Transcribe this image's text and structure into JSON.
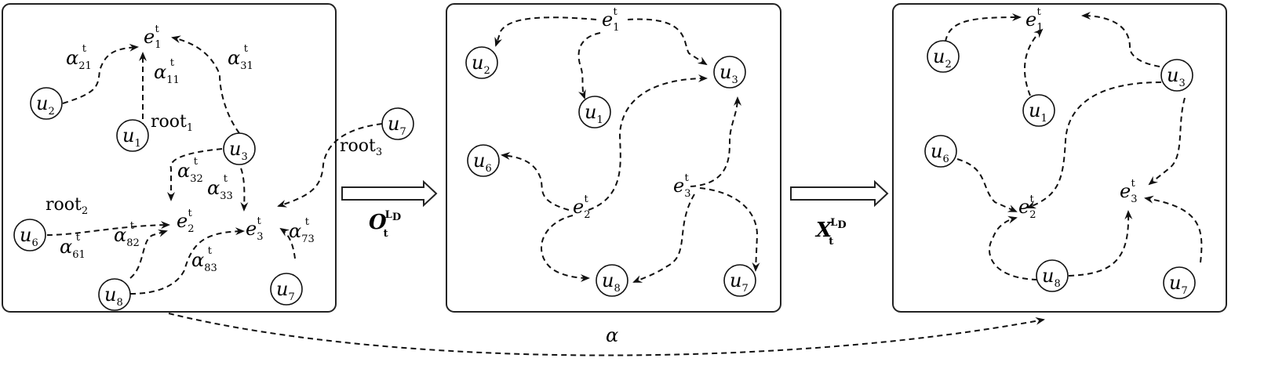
{
  "panel1": {
    "nodes": [
      [
        "u",
        "2"
      ],
      [
        "u",
        "1"
      ],
      [
        "u",
        "3"
      ],
      [
        "u",
        "6"
      ],
      [
        "u",
        "8"
      ],
      [
        "u",
        "7"
      ],
      [
        "u",
        "7"
      ]
    ],
    "events": [
      [
        "e",
        "1",
        "t"
      ],
      [
        "e",
        "2",
        "t"
      ],
      [
        "e",
        "3",
        "t"
      ]
    ],
    "weights": [
      [
        "α",
        "21",
        "t"
      ],
      [
        "α",
        "11",
        "t"
      ],
      [
        "α",
        "31",
        "t"
      ],
      [
        "α",
        "32",
        "t"
      ],
      [
        "α",
        "33",
        "t"
      ],
      [
        "α",
        "61",
        "t"
      ],
      [
        "α",
        "82",
        "t"
      ],
      [
        "α",
        "83",
        "t"
      ],
      [
        "α",
        "73",
        "t"
      ]
    ],
    "roots": [
      [
        "root",
        "1"
      ],
      [
        "root",
        "2"
      ],
      [
        "root",
        "3"
      ]
    ]
  },
  "panel2": {
    "nodes": [
      [
        "u",
        "2"
      ],
      [
        "u",
        "3"
      ],
      [
        "u",
        "1"
      ],
      [
        "u",
        "6"
      ],
      [
        "u",
        "8"
      ],
      [
        "u",
        "7"
      ]
    ],
    "events": [
      [
        "e",
        "1",
        "t"
      ],
      [
        "e",
        "2",
        "t"
      ],
      [
        "e",
        "3",
        "t"
      ]
    ]
  },
  "panel3": {
    "nodes": [
      [
        "u",
        "2"
      ],
      [
        "u",
        "3"
      ],
      [
        "u",
        "1"
      ],
      [
        "u",
        "6"
      ],
      [
        "u",
        "8"
      ],
      [
        "u",
        "7"
      ]
    ],
    "events": [
      [
        "e",
        "1",
        "t"
      ],
      [
        "e",
        "2",
        "t"
      ],
      [
        "e",
        "3",
        "t"
      ]
    ]
  },
  "operators": {
    "o": [
      "O",
      "t",
      "L",
      "D"
    ],
    "x": [
      "X",
      "t",
      "L",
      "D"
    ],
    "alpha": "α"
  }
}
